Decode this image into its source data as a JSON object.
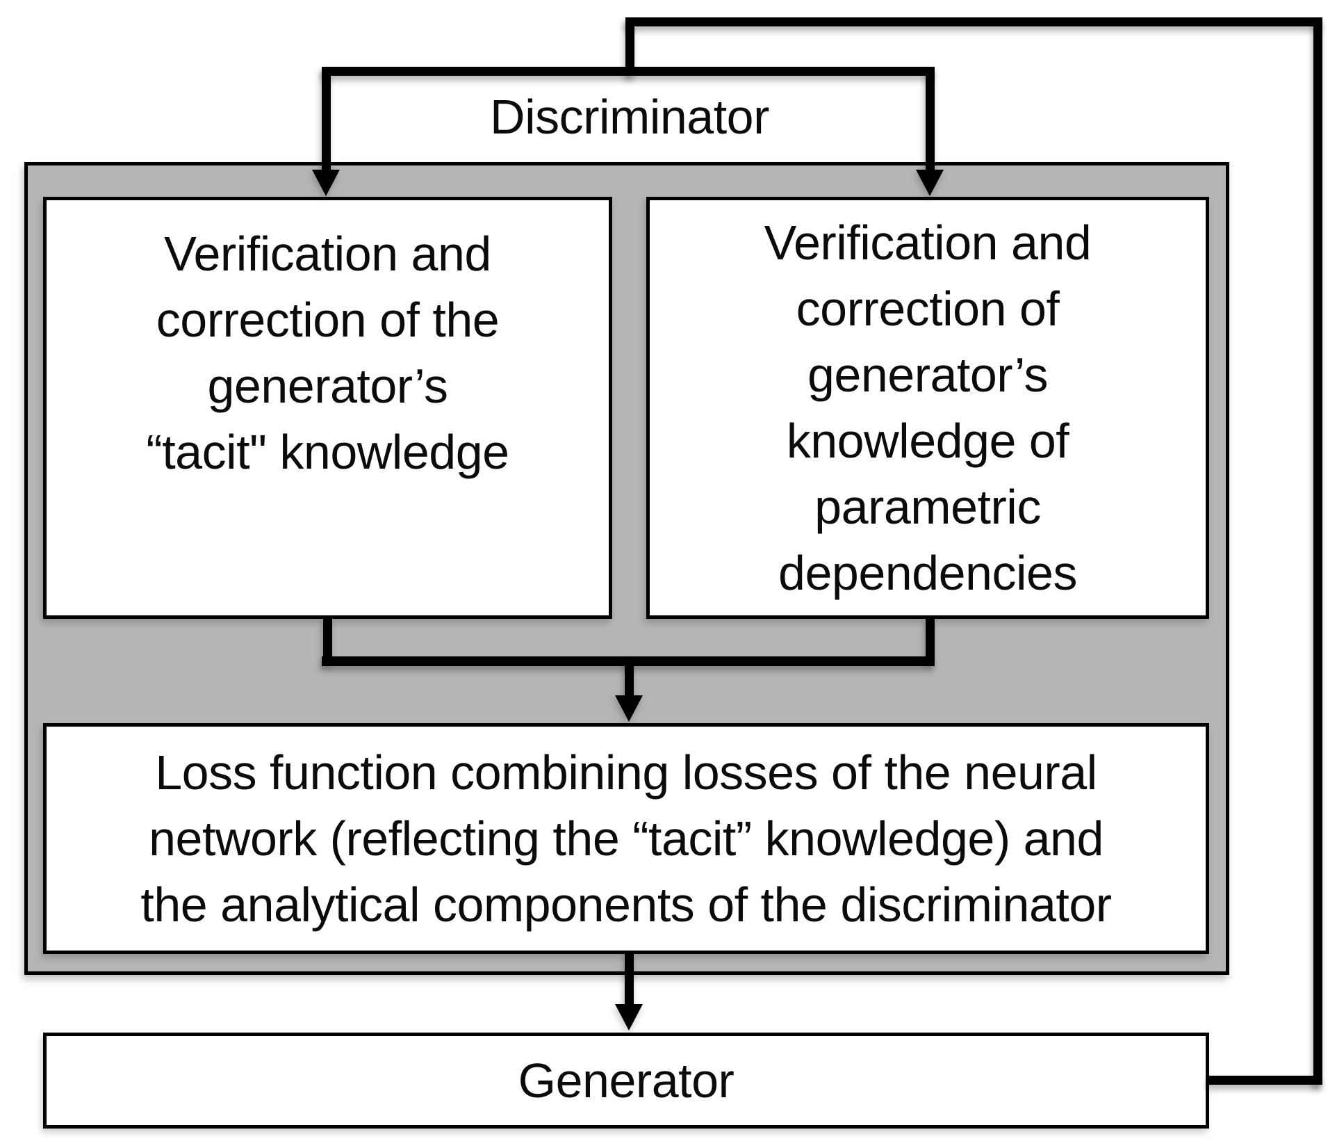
{
  "diagram": {
    "labels": {
      "discriminator": "Discriminator",
      "generator": "Generator"
    },
    "boxes": {
      "tacit": {
        "lines": [
          "Verification and",
          "correction of the",
          "generator’s",
          "“tacit\" knowledge"
        ]
      },
      "parametric": {
        "lines": [
          "Verification and",
          "correction of",
          "generator’s",
          "knowledge of",
          "parametric",
          "dependencies"
        ]
      },
      "loss": {
        "lines": [
          "Loss function combining losses of the neural",
          "network (reflecting the “tacit” knowledge) and",
          "the analytical components of the discriminator"
        ]
      }
    },
    "colors": {
      "panel_gray": "#b5b5b5",
      "line_black": "#000000",
      "box_fill": "#ffffff",
      "text": "#0b0b0b"
    }
  }
}
